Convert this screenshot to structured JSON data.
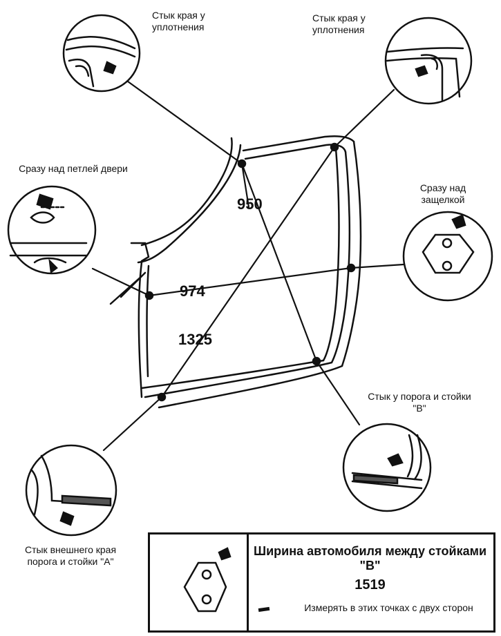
{
  "callouts": {
    "top_left_seal": "Стык края у уплотнения",
    "top_right_seal": "Стык края у уплотнения",
    "hinge": "Сразу над петлей двери",
    "latch": "Сразу над защелкой",
    "sill_b": "Стык у порога и стойки \"B\"",
    "sill_a": "Стык внешнего края порога и стойки \"A\""
  },
  "dimensions": {
    "d950": "950",
    "d974": "974",
    "d1325": "1325"
  },
  "legend": {
    "title": "Ширина автомобиля между стойками \"B\"",
    "value": "1519",
    "note": "Измерять в этих точках с двух сторон"
  }
}
